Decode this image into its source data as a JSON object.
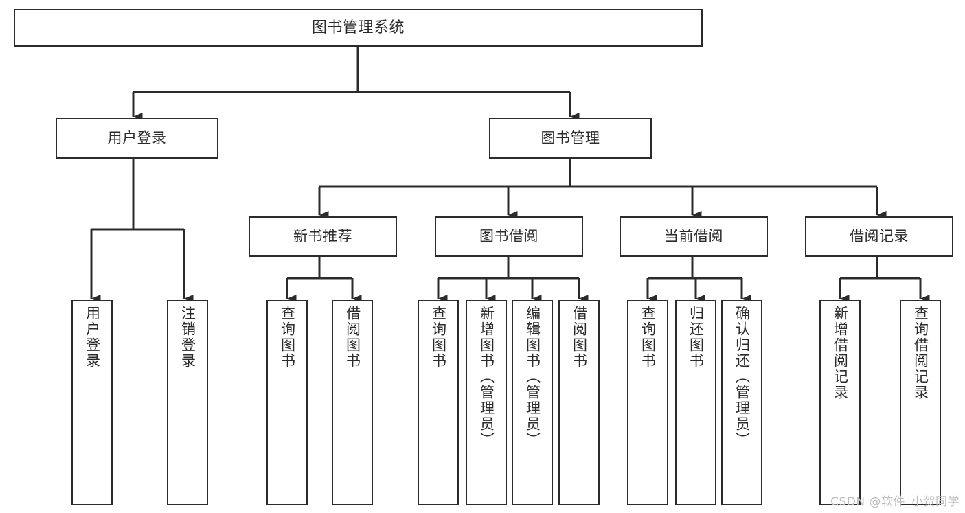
{
  "diagram": {
    "title": "图书管理系统",
    "type": "tree",
    "colors": {
      "stroke": "#2b2b2b",
      "fill": "#ffffff",
      "text": "#2b2b2b",
      "watermark": "#bdbdbd"
    },
    "nodes": {
      "root": {
        "label": "图书管理系统"
      },
      "level1": [
        {
          "id": "user-login",
          "label": "用户登录"
        },
        {
          "id": "book-management",
          "label": "图书管理"
        }
      ],
      "level2": [
        {
          "id": "new-book-recommend",
          "label": "新书推荐"
        },
        {
          "id": "book-borrow",
          "label": "图书借阅"
        },
        {
          "id": "current-borrow",
          "label": "当前借阅"
        },
        {
          "id": "borrow-record",
          "label": "借阅记录"
        }
      ],
      "leaves": {
        "user-login": [
          {
            "id": "leaf-user-login",
            "label": "用户登录"
          },
          {
            "id": "leaf-logout",
            "label": "注销登录"
          }
        ],
        "new-book-recommend": [
          {
            "id": "leaf-query-book-1",
            "label": "查询图书"
          },
          {
            "id": "leaf-borrow-book-1",
            "label": "借阅图书"
          }
        ],
        "book-borrow": [
          {
            "id": "leaf-query-book-2",
            "label": "查询图书"
          },
          {
            "id": "leaf-add-book",
            "label": "新增图书（管理员）"
          },
          {
            "id": "leaf-edit-book",
            "label": "编辑图书（管理员）"
          },
          {
            "id": "leaf-borrow-book-2",
            "label": "借阅图书"
          }
        ],
        "current-borrow": [
          {
            "id": "leaf-query-book-3",
            "label": "查询图书"
          },
          {
            "id": "leaf-return-book",
            "label": "归还图书"
          },
          {
            "id": "leaf-confirm-return",
            "label": "确认归还（管理员）"
          }
        ],
        "borrow-record": [
          {
            "id": "leaf-add-record",
            "label": "新增借阅记录"
          },
          {
            "id": "leaf-query-record",
            "label": "查询借阅记录"
          }
        ]
      }
    },
    "watermark": "CSDN @软件_小贺同学"
  }
}
